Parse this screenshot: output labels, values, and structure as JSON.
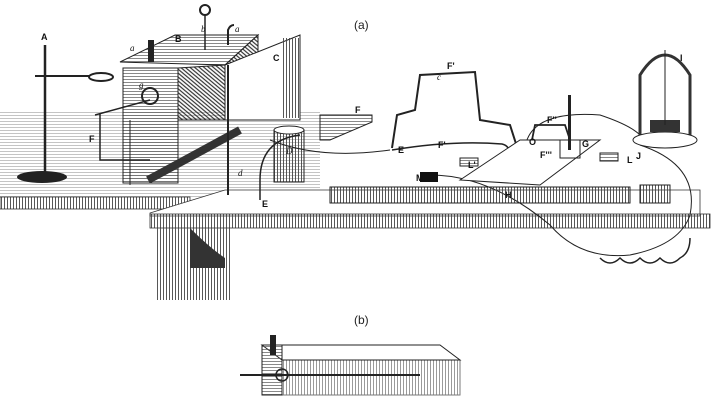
{
  "captions": {
    "a": "(a)",
    "b": "(b)"
  },
  "labels": {
    "A": "A",
    "a1": "a",
    "B": "B",
    "b": "b",
    "a2": "a",
    "C": "C",
    "D": "D",
    "F": "F",
    "d": "d",
    "E1": "E",
    "E2": "E",
    "F_top": "F'",
    "c": "c",
    "F_mid": "F'",
    "F_dbl": "F''",
    "F_trip": "F'''",
    "O": "O",
    "G": "G",
    "Lp": "L'",
    "L": "L",
    "M": "M",
    "H": "H",
    "I": "I",
    "J": "J",
    "g": "g",
    "Fshelf": "F"
  }
}
